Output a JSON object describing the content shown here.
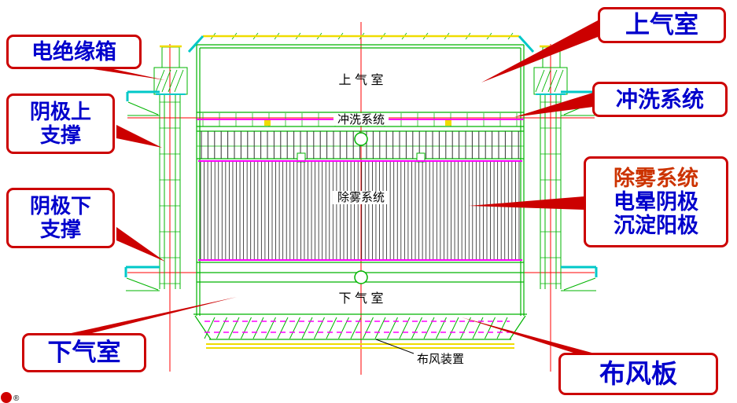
{
  "slide": {
    "background": "#ffffff"
  },
  "colors": {
    "label_text_blue": "#0000cc",
    "callout_border_red": "#cc0000",
    "leader_red": "#cc0000",
    "demist_highlight_red": "#cc3300",
    "cad_green": "#00b400",
    "cad_cyan": "#00c8c8",
    "cad_magenta": "#ff00ff",
    "cad_yellow": "#f0dc00",
    "centerline_red": "#ff0000",
    "cad_black": "#000000"
  },
  "callouts": [
    {
      "id": "insulation-box",
      "lines": [
        "电绝缘箱"
      ]
    },
    {
      "id": "cathode-upper-support",
      "lines": [
        "阴极上",
        "支撑"
      ]
    },
    {
      "id": "cathode-lower-support",
      "lines": [
        "阴极下",
        "支撑"
      ]
    },
    {
      "id": "lower-gas-chamber",
      "lines": [
        "下气室"
      ]
    },
    {
      "id": "upper-gas-chamber",
      "lines": [
        "上气室"
      ]
    },
    {
      "id": "flushing-system",
      "lines": [
        "冲洗系统"
      ]
    },
    {
      "id": "demist-group",
      "lines": [
        "除雾系统",
        "电晕阴极",
        "沉淀阳极"
      ]
    },
    {
      "id": "air-distribution-plate",
      "lines": [
        "布风板"
      ]
    }
  ],
  "drawing_text": {
    "upper_chamber": "上 气 室",
    "flushing_system": "冲洗系统",
    "demist_system": "除雾系统",
    "lower_chamber": "下 气 室",
    "air_distributor": "布风装置"
  },
  "footer": {
    "registered_mark": "®"
  }
}
